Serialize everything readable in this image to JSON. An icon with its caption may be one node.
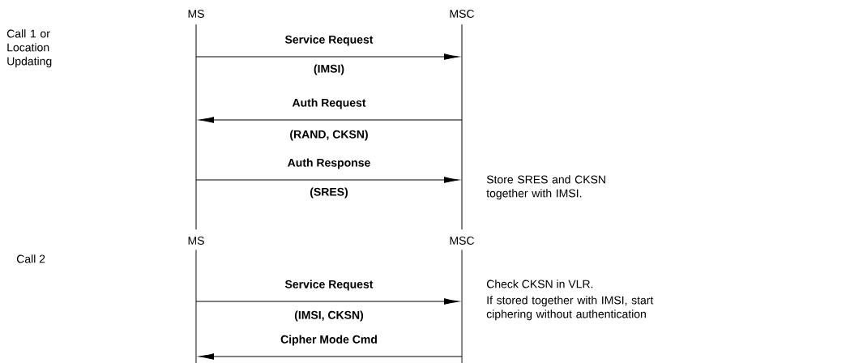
{
  "diagram": {
    "nodes": [
      {
        "text": [
          "MS"
        ]
      },
      {
        "text": [
          "MSC"
        ]
      },
      {
        "text": [],
        "shape": "bar"
      },
      {
        "text": [],
        "shape": "bar"
      },
      {
        "text": [
          "MS"
        ]
      },
      {
        "text": [
          "MSC"
        ]
      },
      {
        "text": [],
        "shape": "bar"
      },
      {
        "text": [],
        "shape": "bar"
      }
    ],
    "edges": [
      {
        "from": 2,
        "to": 3,
        "arrow": "to",
        "label": "Service Request"
      },
      {
        "from": 3,
        "to": 2,
        "arrow": "to",
        "label": "Auth Request"
      },
      {
        "from": 2,
        "to": 3,
        "arrow": "to",
        "label": "Auth Response"
      },
      {
        "from": 6,
        "to": 7,
        "arrow": "to",
        "label": "Service Request"
      },
      {
        "from": 7,
        "to": 6,
        "arrow": "to",
        "label": "Cipher Mode Cmd"
      }
    ],
    "labels": [
      "Call 1 or Location Updating",
      "(IMSI)",
      "(RAND, CKSN)",
      "(SRES)",
      "Store SRES and CKSN together with IMSI.",
      "Call 2",
      "(IMSI, CKSN)",
      "Check CKSN in VLR.",
      "If stored together with IMSI, start ciphering without authentication"
    ]
  }
}
